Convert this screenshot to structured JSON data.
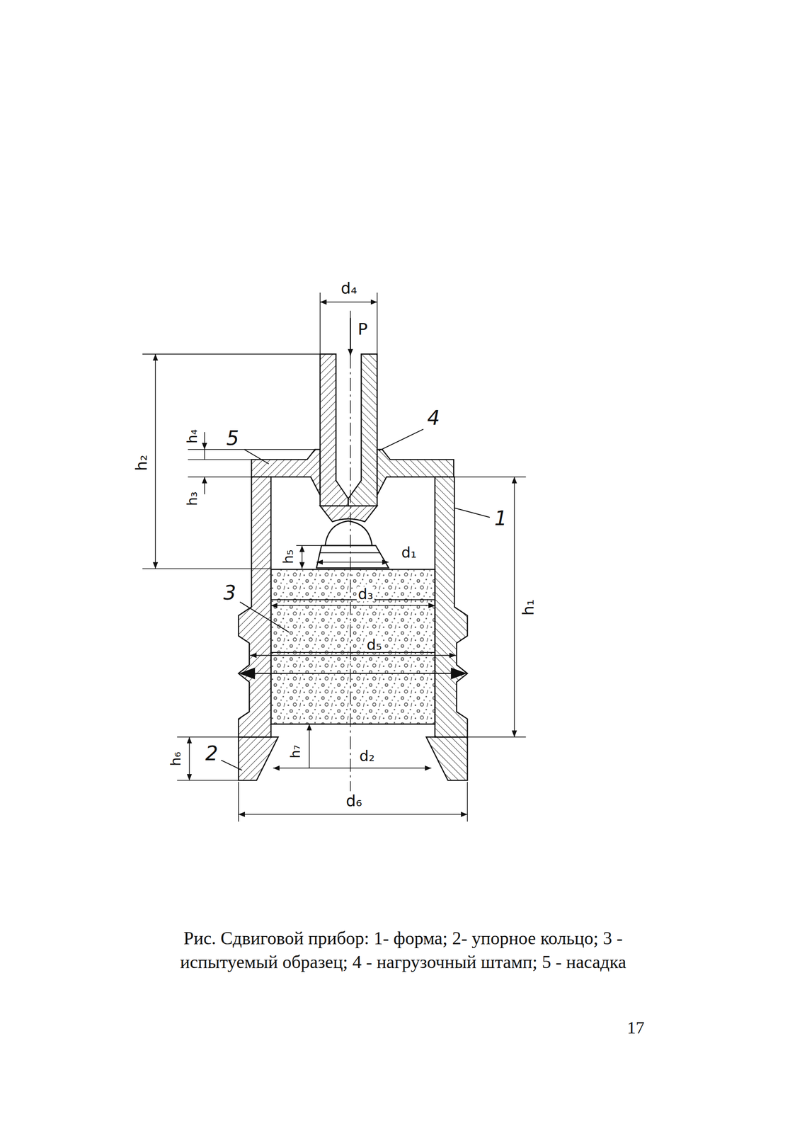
{
  "diagram": {
    "caption": "Рис. Сдвиговой прибор: 1- форма; 2- упорное кольцо; 3 - испытуемый образец; 4 - нагрузочный штамп; 5 - насадка",
    "labels": [
      "d₄",
      "P",
      "h₂",
      "h₄",
      "5",
      "4",
      "h₃",
      "1",
      "h₅",
      "d₁",
      "3",
      "d₃",
      "h₁",
      "d₅",
      "h₆",
      "2",
      "h₇",
      "d₂",
      "d₆",
      "17"
    ]
  }
}
